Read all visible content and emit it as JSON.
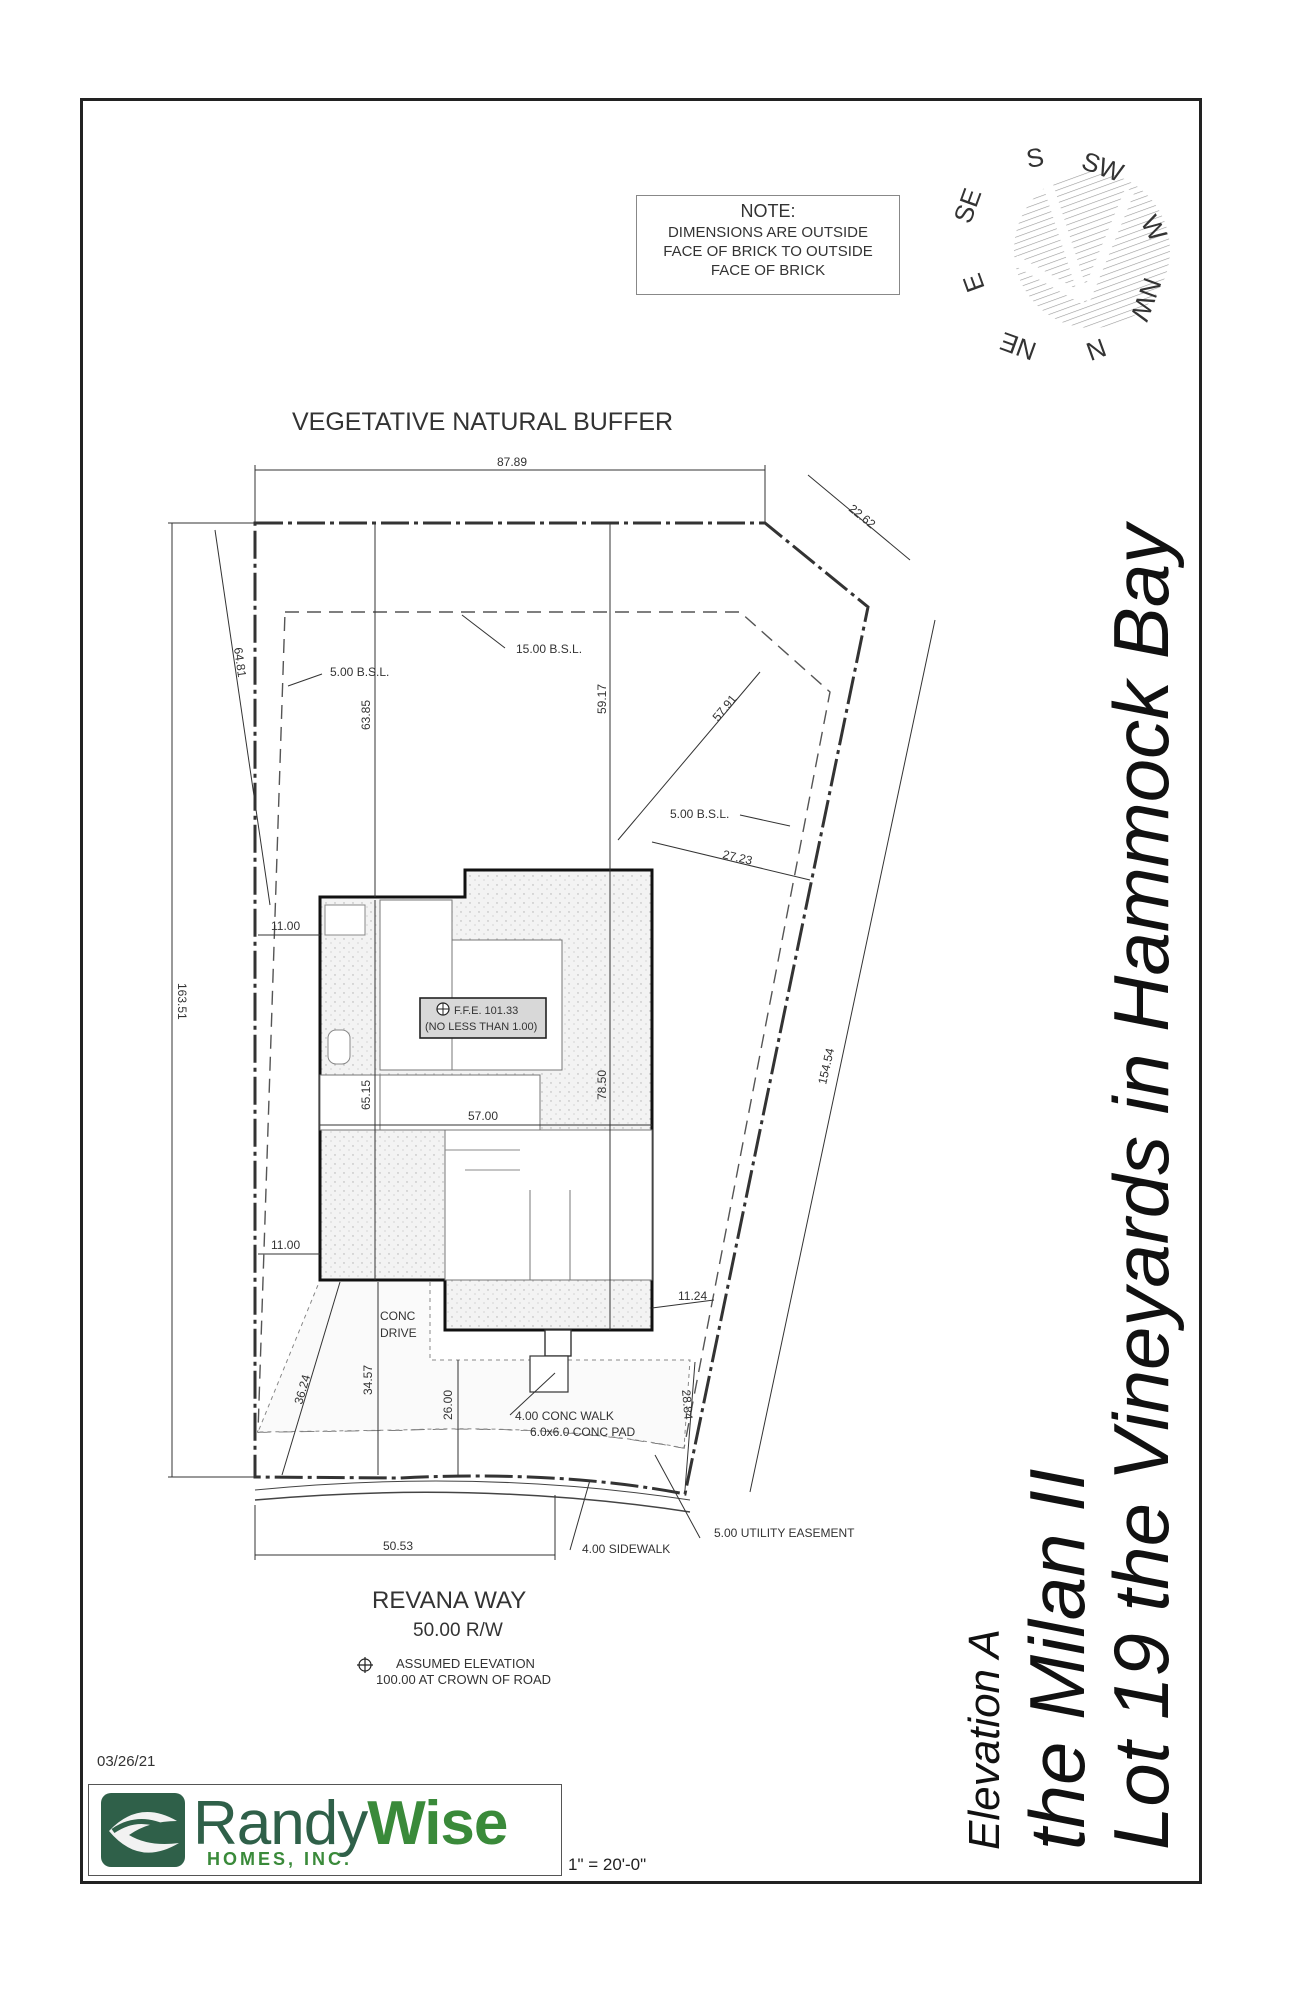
{
  "note": {
    "title": "NOTE:",
    "lines": [
      "DIMENSIONS ARE OUTSIDE",
      "FACE OF BRICK TO OUTSIDE",
      "FACE OF BRICK"
    ]
  },
  "compass": [
    "S",
    "SW",
    "W",
    "NW",
    "N",
    "NE",
    "E",
    "SE"
  ],
  "labels": {
    "buffer": "VEGETATIVE NATURAL BUFFER",
    "bsl_15": "15.00 B.S.L.",
    "bsl_5_left": "5.00 B.S.L.",
    "bsl_5_right": "5.00 B.S.L.",
    "ffe_line1": "F.F.E. 101.33",
    "ffe_line2": "(NO LESS THAN 1.00)",
    "conc": "CONC",
    "drive": "DRIVE",
    "walk": "4.00 CONC WALK",
    "pad": "6.0x6.0 CONC PAD",
    "sidewalk": "4.00 SIDEWALK",
    "utility": "5.00 UTILITY EASEMENT",
    "road": "REVANA WAY",
    "rw": "50.00 R/W",
    "elev1": "ASSUMED ELEVATION",
    "elev2": "100.00 AT CROWN OF ROAD"
  },
  "dimensions": {
    "top_width": "87.89",
    "corner": "22.62",
    "left_upper": "64.81",
    "rear_left": "63.85",
    "rear_mid": "59.17",
    "diag": "57.91",
    "right_gap": "27.23",
    "left_side": "11.00",
    "left_side2": "11.00",
    "overall_left": "163.51",
    "house_width": "57.00",
    "house_depth_left": "65.15",
    "house_depth_right": "78.50",
    "right_line": "154.54",
    "front_right": "11.24",
    "drive_left": "36.24",
    "drive_mid": "34.57",
    "walk_depth": "26.00",
    "front_right2": "28.84",
    "frontage": "50.53"
  },
  "footer": {
    "date": "03/26/21",
    "logo_main": "Randy",
    "logo_bold": "Wise",
    "logo_sub": "HOMES, INC.",
    "scale": "1\" = 20'-0\""
  },
  "title": {
    "elevation": "Elevation A",
    "model": "the Milan II",
    "lot": "Lot 19 the Vineyards in Hammock Bay"
  }
}
